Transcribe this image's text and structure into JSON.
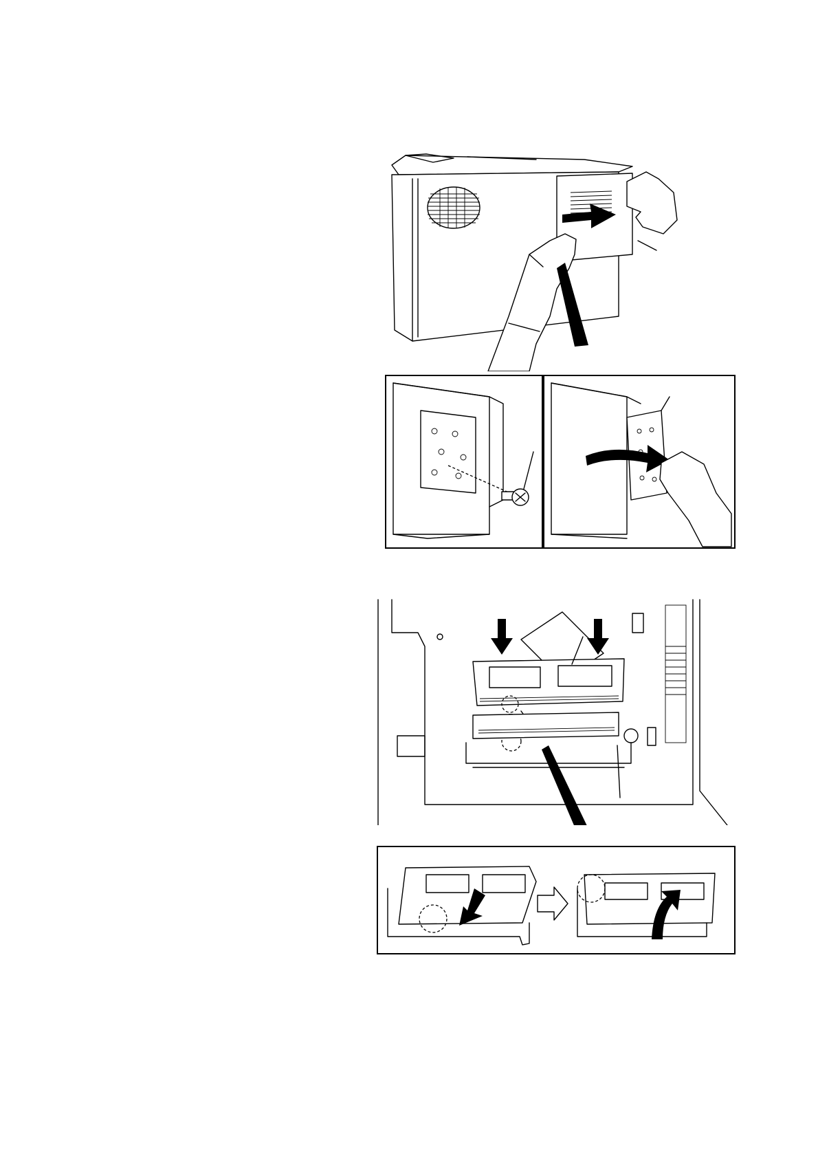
{
  "page": {
    "background": "#ffffff",
    "line_color": "#000000"
  },
  "figures": [
    {
      "id": "remove-side-cover",
      "icons": [
        "printer-icon",
        "hand-icon",
        "arrow-right-icon"
      ]
    },
    {
      "id": "remove-screw",
      "icons": [
        "screw-icon"
      ]
    },
    {
      "id": "open-panel",
      "icons": [
        "hand-icon",
        "curved-arrow-icon"
      ]
    },
    {
      "id": "insert-memory",
      "icons": [
        "memory-module-icon",
        "arrow-down-icon",
        "notch-circle-icon"
      ]
    },
    {
      "id": "seat-memory",
      "icons": [
        "arrow-outline-right-icon",
        "curved-arrow-up-icon"
      ]
    }
  ]
}
